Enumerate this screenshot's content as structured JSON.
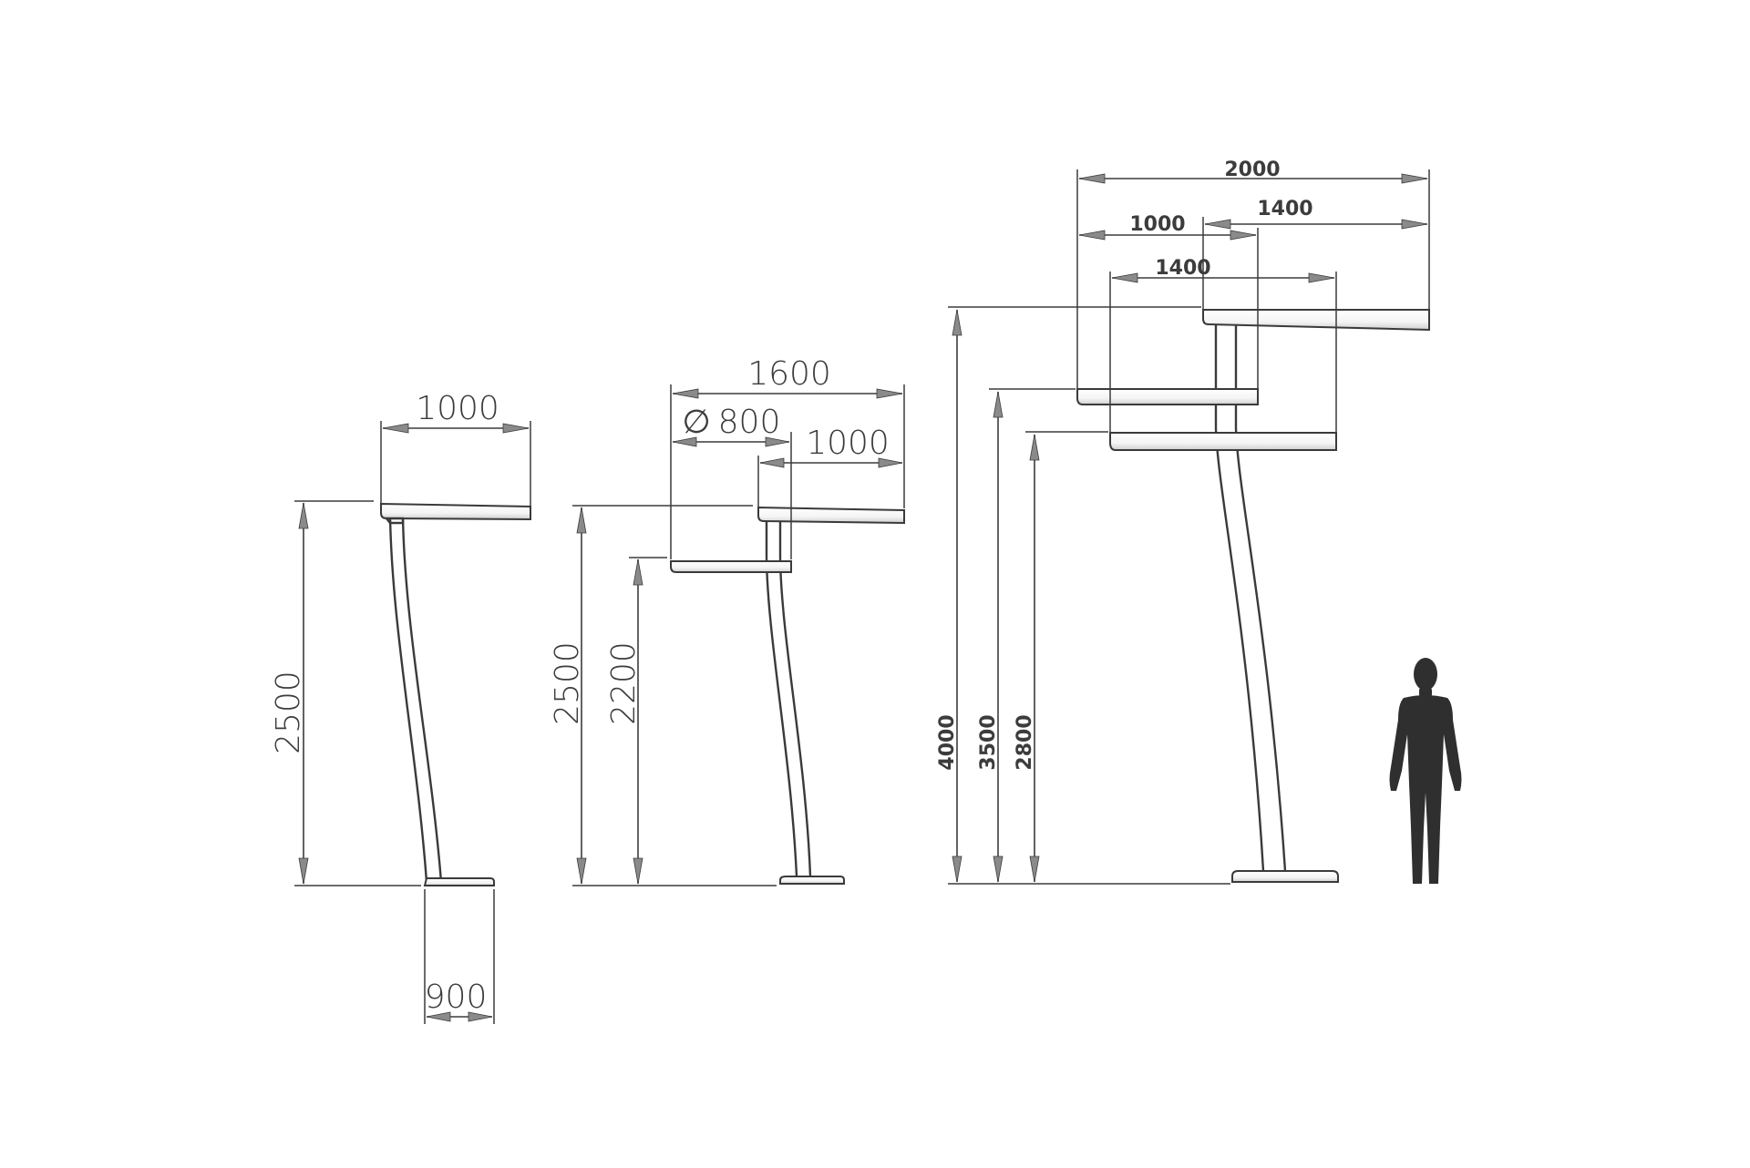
{
  "colors": {
    "line": "#3c3c3c",
    "arrow_fill": "#8a8a8a",
    "human_silhouette": "#2f2f2f",
    "background": "#ffffff"
  },
  "units": {
    "unit1": {
      "top_width": "1000",
      "height": "2500",
      "base_width": "900"
    },
    "unit2": {
      "total_width": "1600",
      "diameter": "800",
      "top_width": "1000",
      "height_top": "2500",
      "height_lower": "2200",
      "diameter_symbol": "∅"
    },
    "unit3": {
      "total_width": "2000",
      "upper_right": "1400",
      "upper_left": "1000",
      "lower": "1400",
      "height_top": "4000",
      "height_mid": "3500",
      "height_low": "2800"
    }
  }
}
